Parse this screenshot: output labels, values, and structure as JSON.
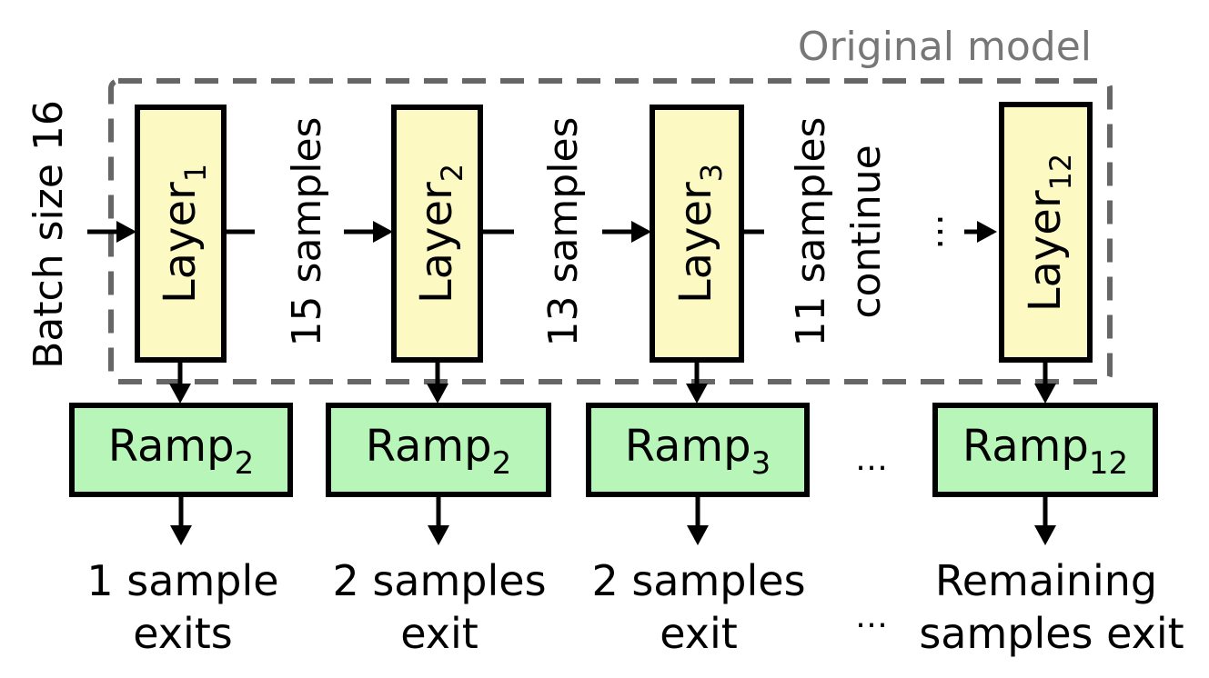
{
  "title": "Original model",
  "input_label": "Batch size 16",
  "layers": [
    {
      "base": "Layer",
      "sub": "1"
    },
    {
      "base": "Layer",
      "sub": "2"
    },
    {
      "base": "Layer",
      "sub": "3"
    },
    {
      "base": "Layer",
      "sub": "12"
    }
  ],
  "between_labels": [
    "15 samples",
    "13 samples",
    "11 samples",
    "continue"
  ],
  "ramps": [
    {
      "base": "Ramp",
      "sub": "2"
    },
    {
      "base": "Ramp",
      "sub": "2"
    },
    {
      "base": "Ramp",
      "sub": "3"
    },
    {
      "base": "Ramp",
      "sub": "12"
    }
  ],
  "exit_labels": [
    [
      "1 sample",
      "exits"
    ],
    [
      "2 samples",
      "exit"
    ],
    [
      "2 samples",
      "exit"
    ],
    [
      "Remaining",
      "samples exit"
    ]
  ],
  "ellipsis": "…",
  "colors": {
    "layer_fill": "#fcf9c2",
    "ramp_fill": "#b8f5b8",
    "dashed_border": "#666666",
    "title_text": "#777777"
  }
}
